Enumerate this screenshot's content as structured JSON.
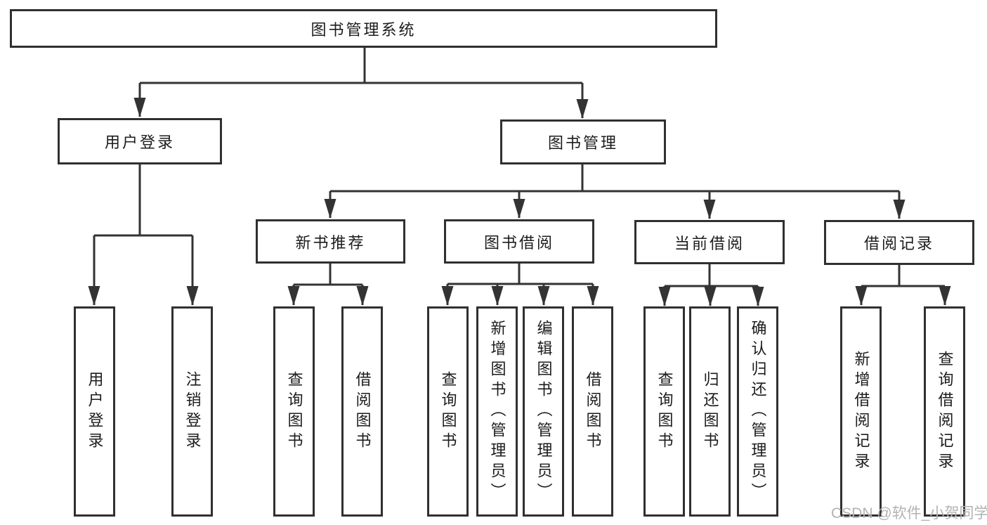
{
  "diagram": {
    "type": "tree",
    "root": {
      "label": "图书管理系统",
      "children": [
        {
          "label": "用户登录",
          "children": [
            {
              "label": "用户登录"
            },
            {
              "label": "注销登录"
            }
          ]
        },
        {
          "label": "图书管理",
          "children": [
            {
              "label": "新书推荐",
              "children": [
                {
                  "label": "查询图书"
                },
                {
                  "label": "借阅图书"
                }
              ]
            },
            {
              "label": "图书借阅",
              "children": [
                {
                  "label": "查询图书"
                },
                {
                  "label": "新增图书（管理员）"
                },
                {
                  "label": "编辑图书（管理员）"
                },
                {
                  "label": "借阅图书"
                }
              ]
            },
            {
              "label": "当前借阅",
              "children": [
                {
                  "label": "查询图书"
                },
                {
                  "label": "归还图书"
                },
                {
                  "label": "确认归还（管理员）"
                }
              ]
            },
            {
              "label": "借阅记录",
              "children": [
                {
                  "label": "新增借阅记录"
                },
                {
                  "label": "查询借阅记录"
                }
              ]
            }
          ]
        }
      ]
    }
  },
  "watermark": {
    "text": "CSDN @软件_小贺同学"
  },
  "colors": {
    "line": "#333333",
    "box_border": "#303030",
    "text": "#1c1c1c",
    "watermark": "#b3b3b3",
    "background": "#ffffff"
  }
}
